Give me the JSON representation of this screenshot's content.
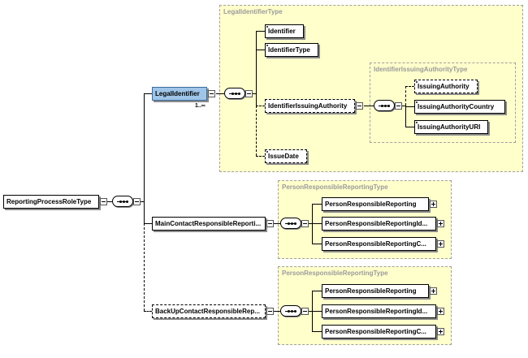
{
  "groups": {
    "legal_identifier_type": "LegalIdentifierType",
    "identifier_issuing_authority_type": "IdentifierIssuingAuthorityType",
    "person_responsible_reporting_type_1": "PersonResponsibleReportingType",
    "person_responsible_reporting_type_2": "PersonResponsibleReportingType"
  },
  "nodes": {
    "root": "ReportingProcessRoleType",
    "legal_identifier": "LegalIdentifier",
    "legal_identifier_cardinality": "1..∞",
    "identifier": "Identifier",
    "identifier_type": "IdentifierType",
    "identifier_issuing_authority": "IdentifierIssuingAuthority",
    "issuing_authority": "IssuingAuthority",
    "issuing_authority_country": "IssuingAuthorityCountry",
    "issuing_authority_uri": "IssuingAuthorityURI",
    "issue_date": "IssueDate",
    "main_contact": "MainContactResponsibleReporti...",
    "backup_contact": "BackUpContactResponsibleRep...",
    "main_children": [
      "PersonResponsibleReporting",
      "PersonResponsibleReportingId...",
      "PersonResponsibleReportingC..."
    ],
    "backup_children": [
      "PersonResponsibleReporting",
      "PersonResponsibleReportingId...",
      "PersonResponsibleReportingC..."
    ]
  },
  "colors": {
    "group_fill": "#ffffcc",
    "selected_fill": "#9fc5e8"
  }
}
